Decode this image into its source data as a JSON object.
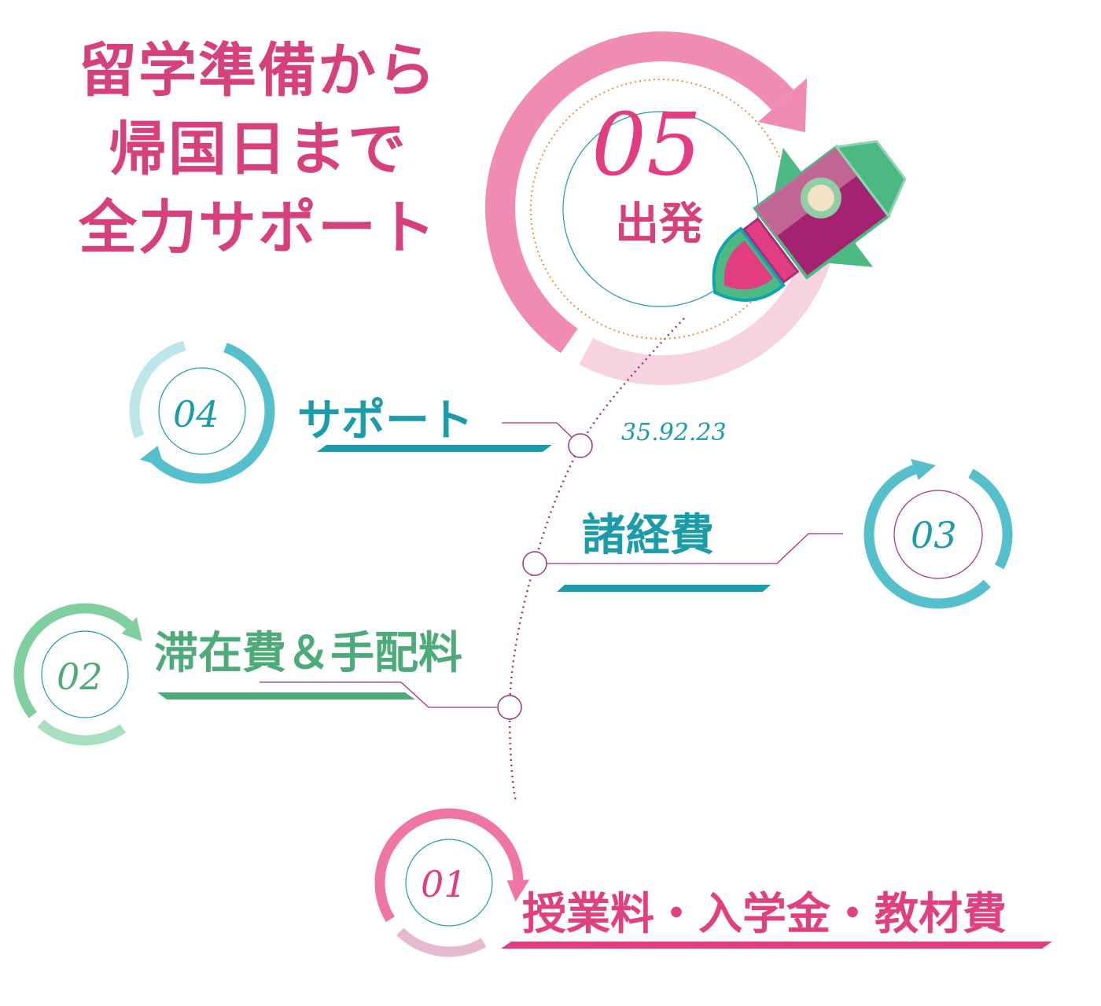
{
  "title": {
    "line1": "留学準備から",
    "line2": "帰国日まで",
    "line3": "全力サポート"
  },
  "steps": [
    {
      "number": "01",
      "label": "授業料・入学金・教材費"
    },
    {
      "number": "02",
      "label": "滞在費＆手配料"
    },
    {
      "number": "03",
      "label": "諸経費"
    },
    {
      "number": "04",
      "label": "サポート"
    },
    {
      "number": "05",
      "label": "出発"
    }
  ],
  "code": "35.92.23",
  "colors": {
    "pink": "#d6407c",
    "teal": "#1a9da8",
    "green": "#4dab7a",
    "purple": "#a2307a"
  }
}
